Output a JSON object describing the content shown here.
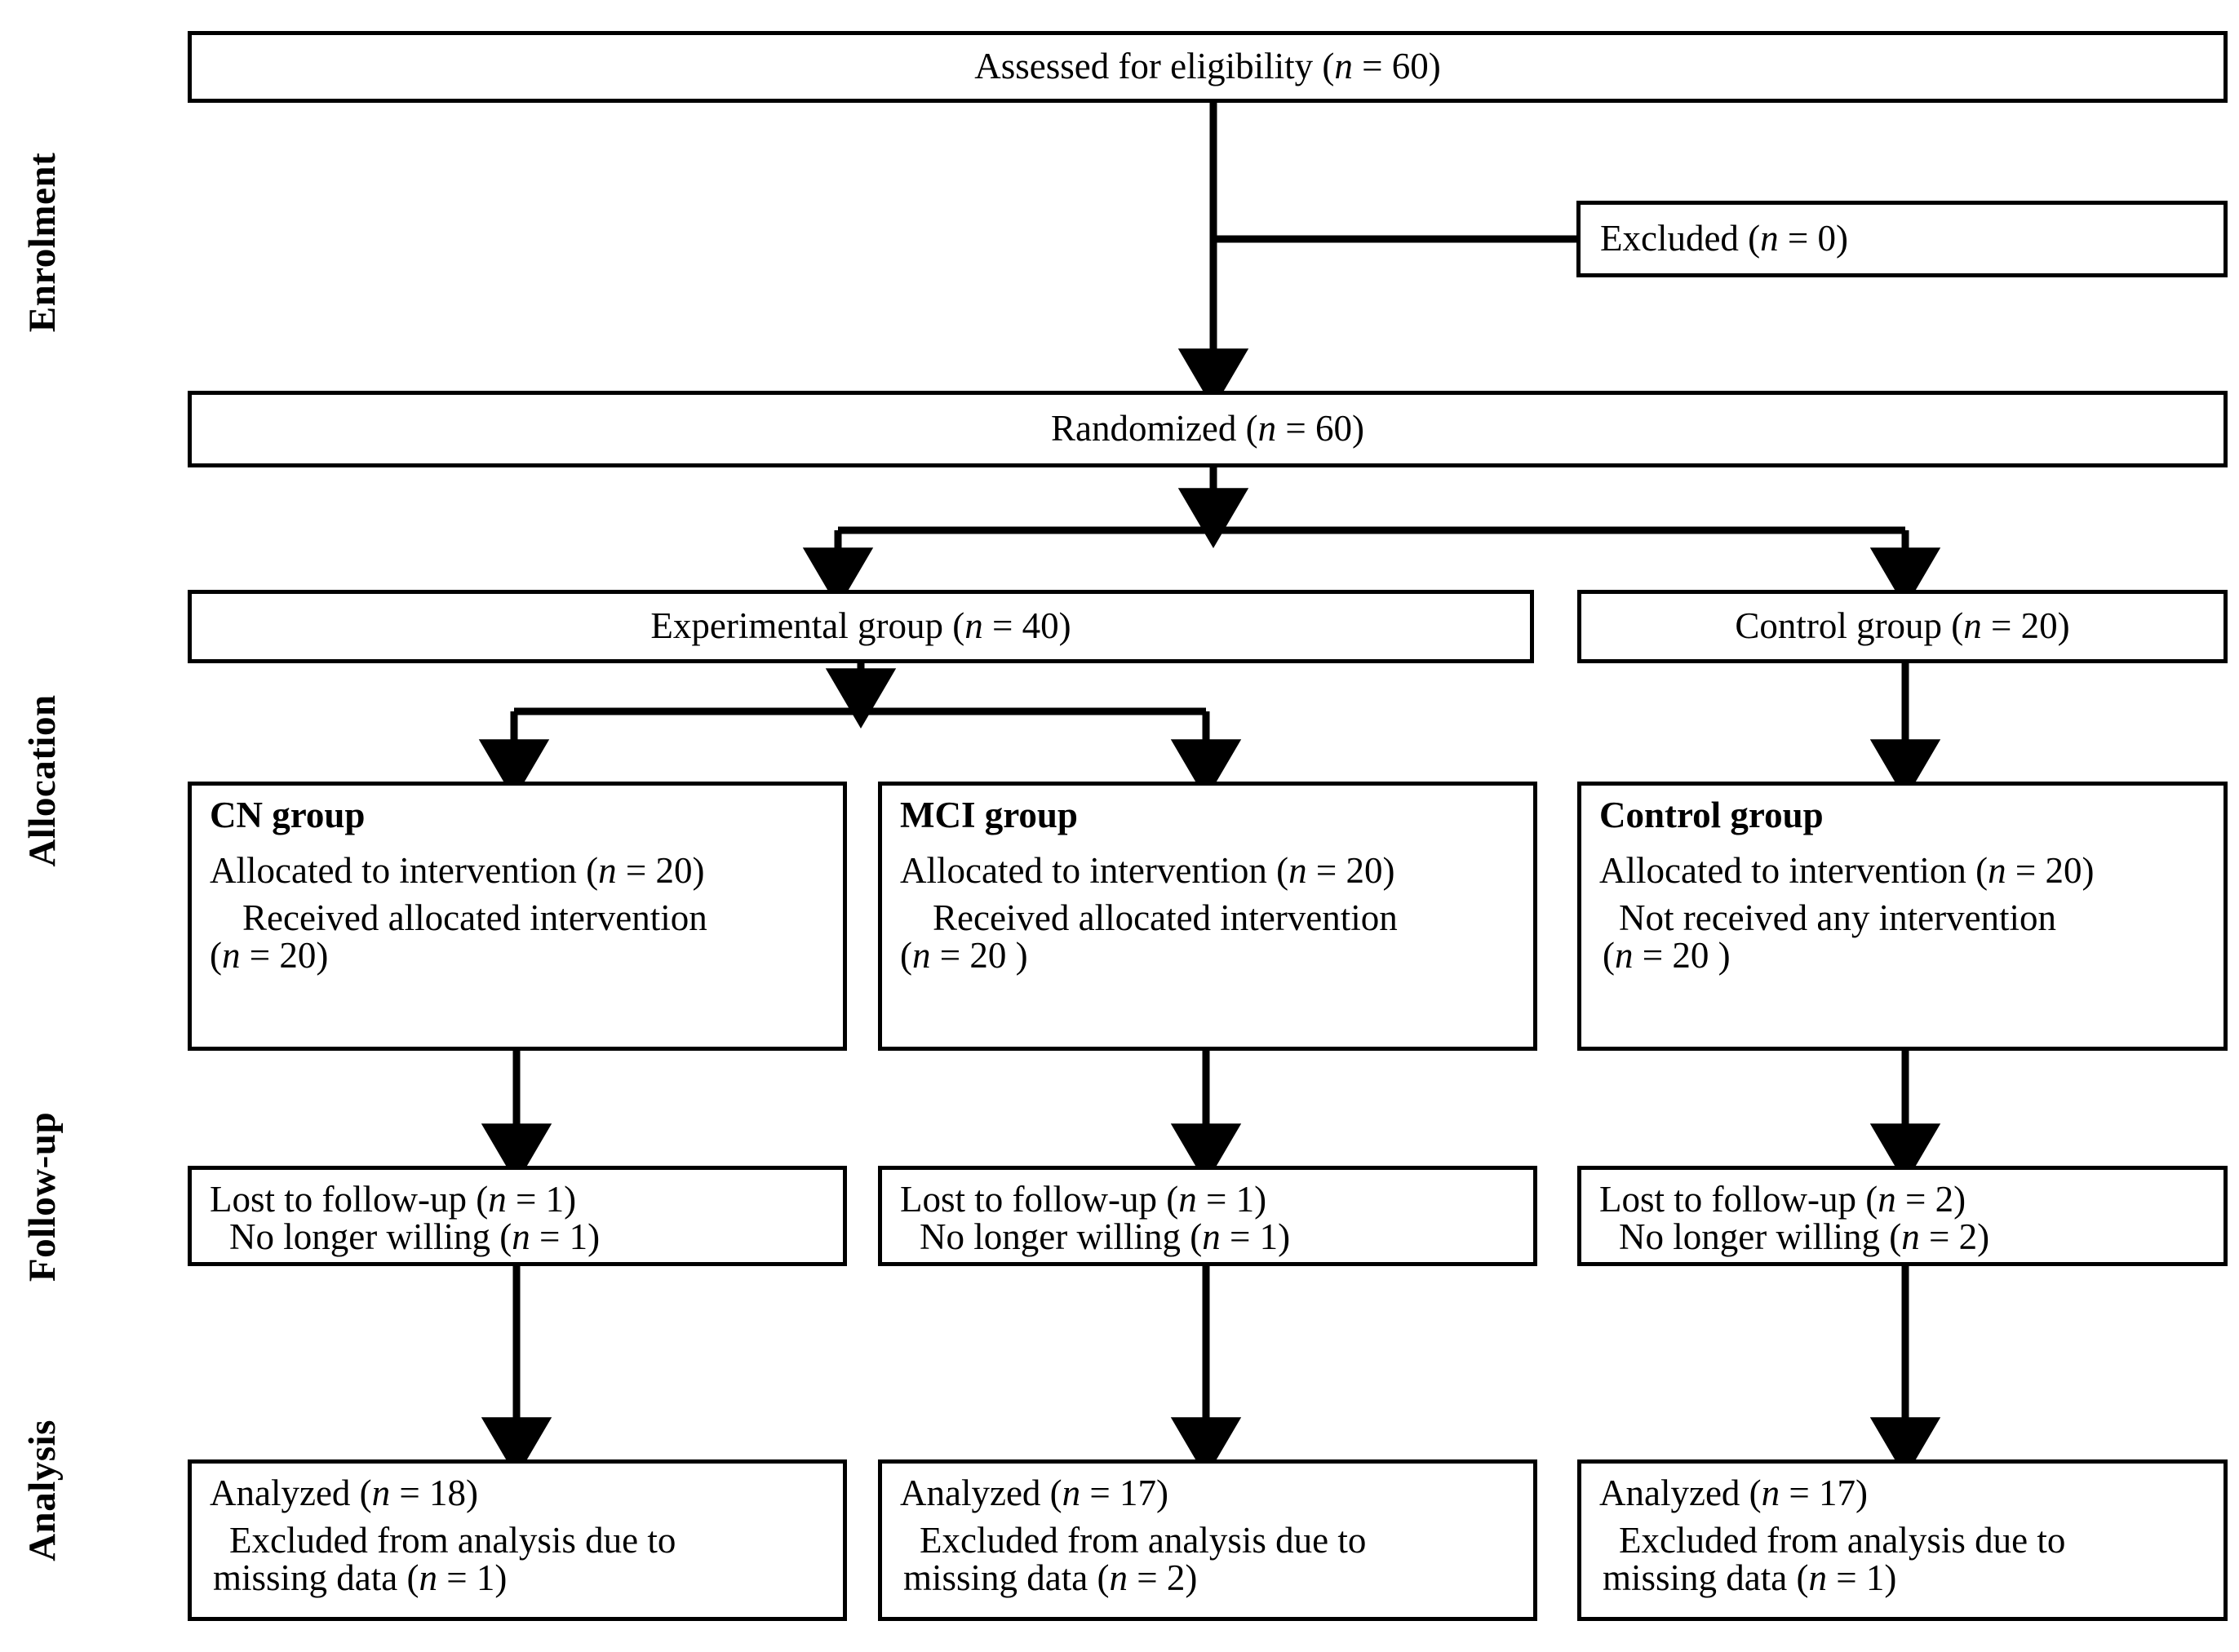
{
  "figure": {
    "type": "consort-flow-diagram",
    "title": "CONSORT participant flow diagram",
    "background_color": "#ffffff",
    "line_color": "#000000"
  },
  "phases": [
    {
      "id": "enrolment",
      "label": "Enrolment"
    },
    {
      "id": "allocation",
      "label": "Allocation"
    },
    {
      "id": "followup",
      "label": "Follow-up"
    },
    {
      "id": "analysis",
      "label": "Analysis"
    }
  ],
  "nodes": {
    "assessed": {
      "text": "Assessed for eligibility (",
      "n_symbol": "n",
      "eq": " = 60)"
    },
    "excluded": {
      "text": "Excluded (",
      "n_symbol": "n",
      "eq": " = 0)"
    },
    "randomized": {
      "text": "Randomized (",
      "n_symbol": "n",
      "eq": " = 60)"
    },
    "experimental": {
      "text": "Experimental group (",
      "n_symbol": "n",
      "eq": " = 40)"
    },
    "control_alloc": {
      "text": "Control group (",
      "n_symbol": "n",
      "eq": " = 20)"
    },
    "cn_alloc": {
      "heading": "CN group",
      "line1_a": "Allocated to intervention (",
      "line1_n": "n",
      "line1_b": " = 20)",
      "line2": "Received allocated intervention",
      "line3_a": "(",
      "line3_n": "n",
      "line3_b": " = 20)"
    },
    "mci_alloc": {
      "heading": "MCI group",
      "line1_a": "Allocated to intervention (",
      "line1_n": "n",
      "line1_b": " = 20)",
      "line2": "Received allocated intervention",
      "line3_a": "(",
      "line3_n": "n",
      "line3_b": " = 20 )"
    },
    "ctrl_alloc": {
      "heading": "Control group",
      "line1_a": "Allocated to intervention (",
      "line1_n": "n",
      "line1_b": " = 20)",
      "line2": "Not received any intervention",
      "line3_a": "(",
      "line3_n": "n",
      "line3_b": " = 20 )"
    },
    "cn_follow": {
      "line1_a": "Lost to follow-up (",
      "line1_n": "n",
      "line1_b": " = 1)",
      "line2_a": "No longer willing (",
      "line2_n": "n",
      "line2_b": " = 1)"
    },
    "mci_follow": {
      "line1_a": "Lost to follow-up (",
      "line1_n": "n",
      "line1_b": " = 1)",
      "line2_a": "No longer willing (",
      "line2_n": "n",
      "line2_b": " = 1)"
    },
    "ctrl_follow": {
      "line1_a": "Lost to follow-up (",
      "line1_n": "n",
      "line1_b": " = 2)",
      "line2_a": "No longer willing (",
      "line2_n": "n",
      "line2_b": " = 2)"
    },
    "cn_analysis": {
      "line1_a": "Analyzed (",
      "line1_n": "n",
      "line1_b": " = 18)",
      "line2": "Excluded from analysis due to",
      "line3_a": "missing data (",
      "line3_n": "n",
      "line3_b": " = 1)"
    },
    "mci_analysis": {
      "line1_a": "Analyzed (",
      "line1_n": "n",
      "line1_b": " = 17)",
      "line2": "Excluded from analysis due to",
      "line3_a": "missing data (",
      "line3_n": "n",
      "line3_b": " = 2)"
    },
    "ctrl_analysis": {
      "line1_a": "Analyzed (",
      "line1_n": "n",
      "line1_b": " = 17)",
      "line2": "Excluded from analysis due to",
      "line3_a": "missing data (",
      "line3_n": "n",
      "line3_b": " = 1)"
    }
  },
  "flow_counts": {
    "assessed_for_eligibility": 60,
    "excluded": 0,
    "randomized": 60,
    "experimental_group": 40,
    "control_group": 20,
    "cn_allocated": 20,
    "cn_received": 20,
    "mci_allocated": 20,
    "mci_received": 20,
    "control_allocated": 20,
    "control_not_received": 20,
    "cn_lost_to_followup": 1,
    "cn_no_longer_willing": 1,
    "mci_lost_to_followup": 1,
    "mci_no_longer_willing": 1,
    "control_lost_to_followup": 2,
    "control_no_longer_willing": 2,
    "cn_analyzed": 18,
    "cn_excluded_missing_data": 1,
    "mci_analyzed": 17,
    "mci_excluded_missing_data": 2,
    "control_analyzed": 17,
    "control_excluded_missing_data": 1
  }
}
